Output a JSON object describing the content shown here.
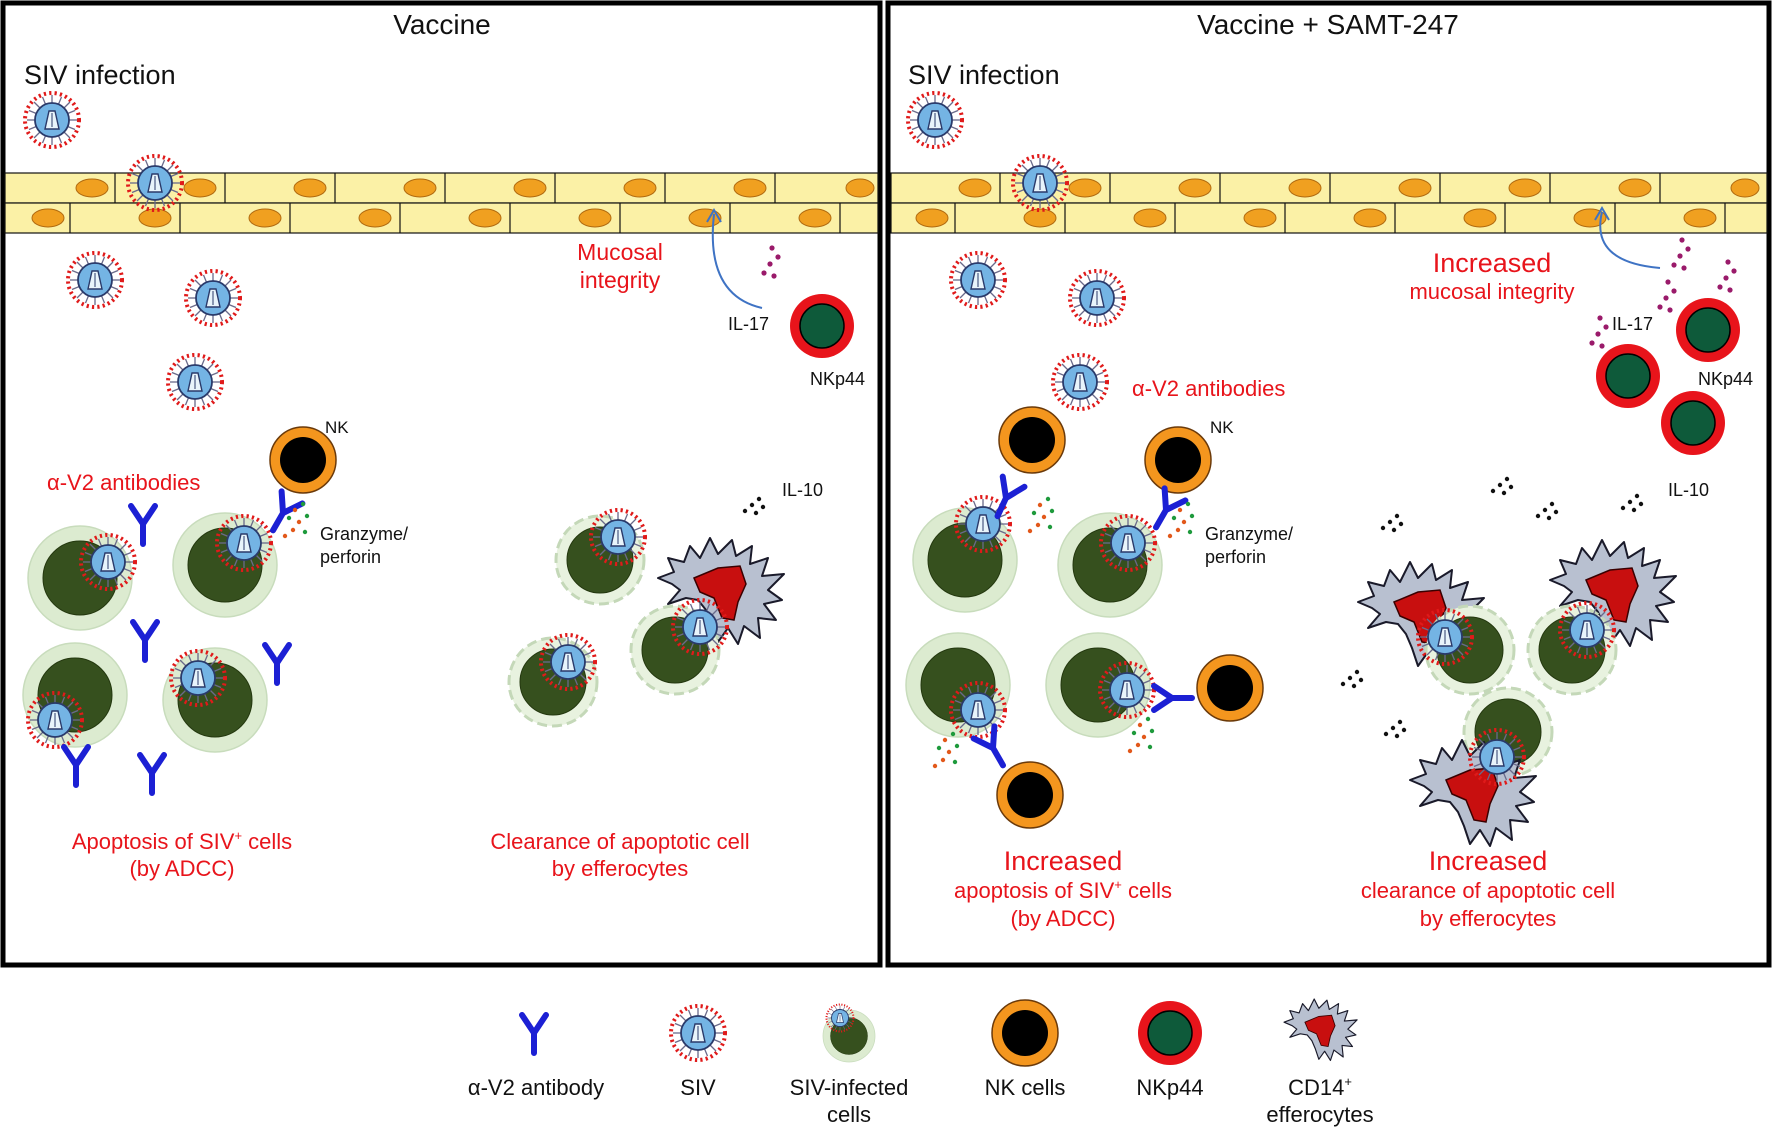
{
  "panels": {
    "left": {
      "title": "Vaccine",
      "infection_label": "SIV infection",
      "mucosal_label_line1": "Mucosal",
      "mucosal_label_line2": "integrity",
      "il17_label": "IL-17",
      "nkp44_label": "NKp44",
      "nk_label": "NK",
      "antibodies_label": "α-V2 antibodies",
      "granzyme_line1": "Granzyme/",
      "granzyme_line2": "perforin",
      "il10_label": "IL-10",
      "apoptosis_line1": "Apoptosis of SIV",
      "apoptosis_sup": "+",
      "apoptosis_line1_end": " cells",
      "apoptosis_line2": "(by ADCC)",
      "clearance_line1": "Clearance of apoptotic cell",
      "clearance_line2": "by efferocytes"
    },
    "right": {
      "title": "Vaccine + SAMT-247",
      "infection_label": "SIV infection",
      "mucosal_label_line1": "Increased",
      "mucosal_label_line2": "mucosal integrity",
      "il17_label": "IL-17",
      "nkp44_label": "NKp44",
      "nk_label": "NK",
      "antibodies_label": "α-V2 antibodies",
      "granzyme_line1": "Granzyme/",
      "granzyme_line2": "perforin",
      "il10_label": "IL-10",
      "apoptosis_line0": "Increased",
      "apoptosis_line1": "apoptosis of SIV",
      "apoptosis_sup": "+",
      "apoptosis_line1_end": " cells",
      "apoptosis_line2": "(by ADCC)",
      "clearance_line0": "Increased",
      "clearance_line1": "clearance of apoptotic cell",
      "clearance_line2": "by efferocytes"
    }
  },
  "legend": {
    "antibody": "α-V2 antibody",
    "siv": "SIV",
    "infected_line1": "SIV-infected",
    "infected_line2": "cells",
    "nk": "NK cells",
    "nkp44": "NKp44",
    "cd14_line1": "CD14",
    "cd14_sup": "+",
    "cd14_line2": "efferocytes"
  },
  "colors": {
    "text_red": "#e8141b",
    "epithelium": "#fbf1a6",
    "epithelial_nucleus": "#f0a020",
    "antibody_blue": "#1c20d4",
    "nk_orange": "#f4961e",
    "nkp44_red": "#e8141b",
    "nkp44_green": "#0e5a3a",
    "infected_cell_core": "#36501e",
    "infected_cell_halo": "#dcebd0",
    "efferocyte_body": "#b8c0d0",
    "efferocyte_nucleus": "#c80f0f",
    "virus_blue": "#74b4e4"
  }
}
